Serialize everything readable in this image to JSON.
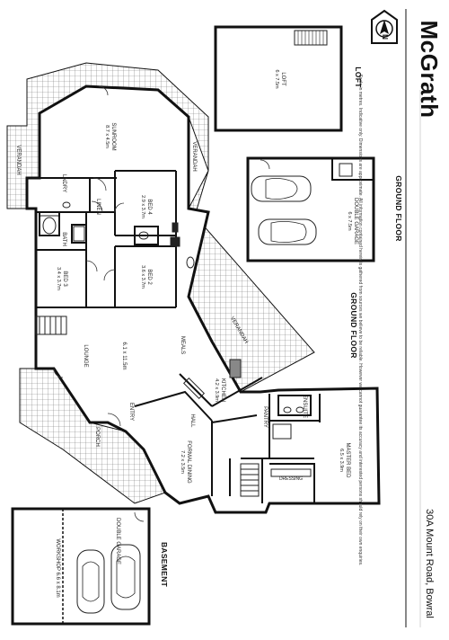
{
  "brand": {
    "name": "McGrath"
  },
  "address": "30A Mount Road, Bowral",
  "disclaimer": "Scale in metres. Indicative only. Dimensions are approximate. All information contained herein is gathered from sources we believe to be reliable. However we cannot guarantee its accuracy and interested persons should rely on their own enquiries.",
  "compass": {
    "label": "N"
  },
  "zones": {
    "loft": "LOFT",
    "ground_floor_garage": "GROUND FLOOR",
    "ground_floor_main": "GROUND FLOOR",
    "basement": "BASEMENT"
  },
  "rooms": {
    "sunroom": {
      "name": "SUNROOM",
      "dim": "8.7 x 4.5m"
    },
    "verandah_left": {
      "name": "VERANDAH"
    },
    "verandah_right": {
      "name": "VERANDAH"
    },
    "verandah_mid": {
      "name": "VERANDAH"
    },
    "bed4": {
      "name": "BED 4",
      "dim": "2.9 x 3.7m"
    },
    "bed3": {
      "name": "BED 3",
      "dim": "3.4 x 3.7m"
    },
    "bed2": {
      "name": "BED 2",
      "dim": "3.6 x 3.7m"
    },
    "bath": {
      "name": "BATH"
    },
    "lndry": {
      "name": "LNDRY"
    },
    "linen": {
      "name": "LINEN"
    },
    "lounge": {
      "name": "LOUNGE"
    },
    "lounge_dim": {
      "dim": "6.1 x 11.5m"
    },
    "meals": {
      "name": "MEALS"
    },
    "kitchen": {
      "name": "KITCHEN",
      "dim": "4.2 x 3.9m"
    },
    "pantry": {
      "name": "PANTRY"
    },
    "ensuite": {
      "name": "ENSUITE"
    },
    "master": {
      "name": "MASTER BED",
      "dim": "6.5 x 3.9m"
    },
    "hall": {
      "name": "HALL"
    },
    "entry": {
      "name": "ENTRY"
    },
    "porch": {
      "name": "PORCH"
    },
    "dining": {
      "name": "FORMAL DINING",
      "dim": "7.2 x 3.5m"
    },
    "dressing": {
      "name": "DRESSING"
    },
    "loft": {
      "name": "LOFT",
      "dim": "6 x 7.5m"
    },
    "garage_ground": {
      "name": "DOUBLE GARAGE",
      "dim": "6 x 7.5m"
    },
    "garage_basement": {
      "name": "DOUBLE GARAGE"
    },
    "workshop": {
      "name": "WORKSHOP",
      "dim": "6.6 x 8.1m"
    }
  }
}
